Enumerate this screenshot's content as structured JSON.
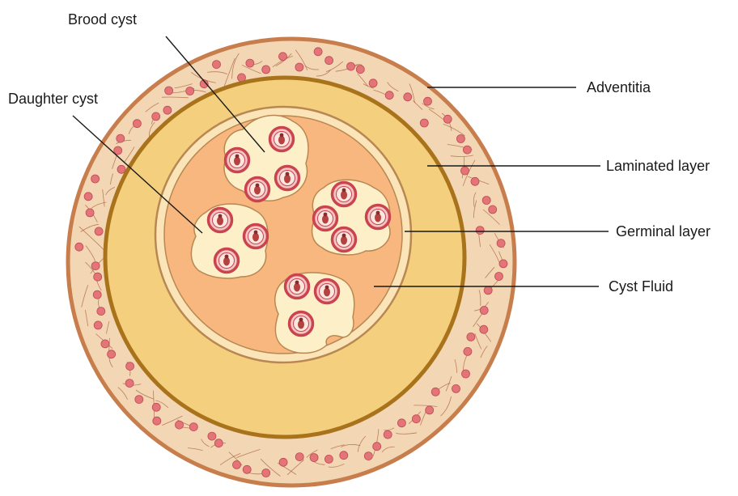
{
  "labels": {
    "brood_cyst": "Brood cyst",
    "daughter_cyst": "Daughter cyst",
    "adventitia": "Adventitia",
    "laminated_layer": "Laminated layer",
    "germinal_layer": "Germinal layer",
    "cyst_fluid": "Cyst Fluid"
  },
  "colors": {
    "adventitia_fill": "#f3d6b3",
    "adventitia_border": "#c77e4c",
    "laminated_fill": "#f4cf7e",
    "laminated_border": "#a9731c",
    "germinal_fill": "#fbe5b8",
    "germinal_border": "#b88752",
    "fluid_fill": "#f7b77e",
    "brood_capsule_fill": "#fdf0c8",
    "protoscolex_ring": "#c9444f",
    "red_cell": "#e37478",
    "fiber": "#a15a3a",
    "leader_line": "#1a1a1a"
  }
}
